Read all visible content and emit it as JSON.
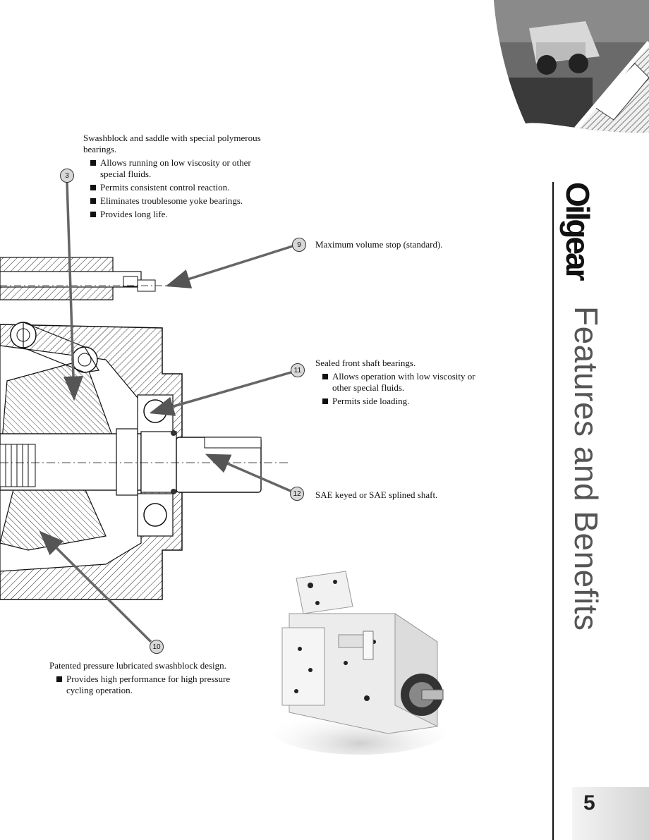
{
  "callouts": {
    "c3": {
      "number": "3",
      "heading_line1": "Swashblock and saddle with special polymerous",
      "heading_line2": "bearings.",
      "bullets": [
        "Allows running on low viscosity or other special fluids.",
        "Permits consistent control reaction.",
        "Eliminates troublesome yoke bearings.",
        "Provides long life."
      ]
    },
    "c9": {
      "number": "9",
      "text": "Maximum volume stop (standard)."
    },
    "c11": {
      "number": "11",
      "heading": "Sealed front shaft bearings.",
      "bullets": [
        "Allows operation with low viscosity or other special fluids.",
        "Permits side loading."
      ]
    },
    "c12": {
      "number": "12",
      "text": "SAE keyed or SAE splined shaft."
    },
    "c10": {
      "number": "10",
      "heading": "Patented pressure lubricated swashblock design.",
      "bullets": [
        "Provides high performance for high pressure cycling operation."
      ]
    }
  },
  "sidebar": {
    "brand": "Oilgear",
    "title": "Features and Benefits"
  },
  "page_number": "5",
  "colors": {
    "callout_circle": "#d8d8d8",
    "arrow": "#666666",
    "text": "#111111"
  },
  "icons": {
    "bullet": "square-bullet"
  }
}
